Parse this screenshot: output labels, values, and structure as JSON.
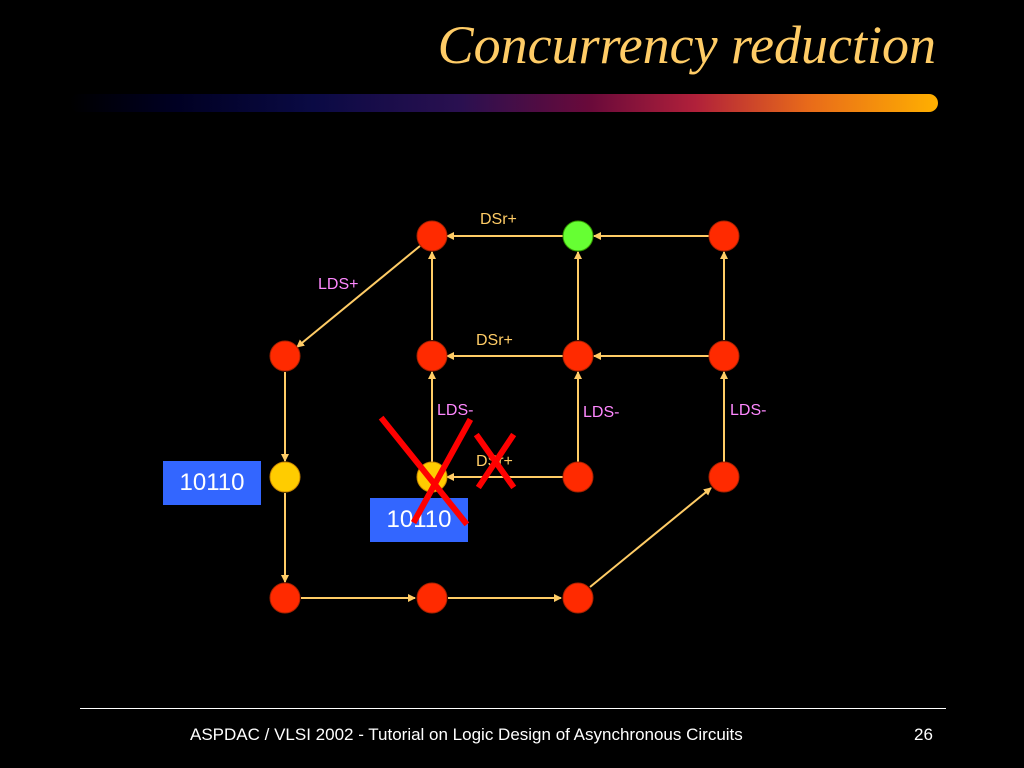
{
  "slide": {
    "title": "Concurrency reduction"
  },
  "labels": {
    "dsr_top": "DSr+",
    "dsr_mid": "DSr+",
    "dsr_bottom": "DSr+",
    "lds_plus": "LDS+",
    "lds_minus_left": "LDS-",
    "lds_minus_center": "LDS-",
    "lds_minus_right": "LDS-"
  },
  "codes": {
    "left": "10110",
    "middle": "10110"
  },
  "footer": {
    "text": "ASPDAC / VLSI 2002 - Tutorial on Logic Design of Asynchronous Circuits",
    "page": "26"
  },
  "colors": {
    "node_red": "#ff2a00",
    "node_green": "#66ff33",
    "node_yellow": "#ffcc00",
    "arrow": "#ffcc66",
    "edge_label_dsr": "#ffcc66",
    "edge_label_lds": "#ff88ff",
    "cross": "#ff0000",
    "code_box": "#3366ff"
  }
}
